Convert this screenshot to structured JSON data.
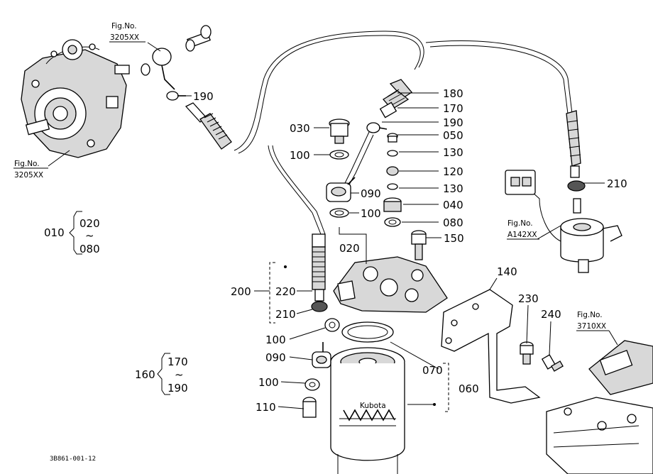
{
  "callouts": [
    {
      "id": "190a",
      "text": "190"
    },
    {
      "id": "180",
      "text": "180"
    },
    {
      "id": "170",
      "text": "170"
    },
    {
      "id": "190b",
      "text": "190"
    },
    {
      "id": "050",
      "text": "050"
    },
    {
      "id": "130a",
      "text": "130"
    },
    {
      "id": "120",
      "text": "120"
    },
    {
      "id": "130b",
      "text": "130"
    },
    {
      "id": "040",
      "text": "040"
    },
    {
      "id": "080",
      "text": "080"
    },
    {
      "id": "150",
      "text": "150"
    },
    {
      "id": "030",
      "text": "030"
    },
    {
      "id": "100a",
      "text": "100"
    },
    {
      "id": "090a",
      "text": "090"
    },
    {
      "id": "100b",
      "text": "100"
    },
    {
      "id": "020",
      "text": "020"
    },
    {
      "id": "220",
      "text": "220"
    },
    {
      "id": "200",
      "text": "200"
    },
    {
      "id": "210a",
      "text": "210"
    },
    {
      "id": "100c",
      "text": "100"
    },
    {
      "id": "090b",
      "text": "090"
    },
    {
      "id": "100d",
      "text": "100"
    },
    {
      "id": "110",
      "text": "110"
    },
    {
      "id": "070",
      "text": "070"
    },
    {
      "id": "060",
      "text": "060"
    },
    {
      "id": "140",
      "text": "140"
    },
    {
      "id": "230",
      "text": "230"
    },
    {
      "id": "240",
      "text": "240"
    },
    {
      "id": "210b",
      "text": "210"
    }
  ],
  "figrefs": [
    {
      "id": "fig-top",
      "label": "Fig.No.",
      "number": "3205XX"
    },
    {
      "id": "fig-left",
      "label": "Fig.No.",
      "number": "3205XX"
    },
    {
      "id": "fig-a142",
      "label": "Fig.No.",
      "number": "A142XX"
    },
    {
      "id": "fig-3710",
      "label": "Fig.No.",
      "number": "3710XX"
    }
  ],
  "groups": [
    {
      "id": "g010",
      "parent": "010",
      "from": "020",
      "tilde": "~",
      "to": "080"
    },
    {
      "id": "g160",
      "parent": "160",
      "from": "170",
      "tilde": "~",
      "to": "190"
    }
  ],
  "brand_text": "Kubota",
  "drawing_code": "3B861-001-12"
}
